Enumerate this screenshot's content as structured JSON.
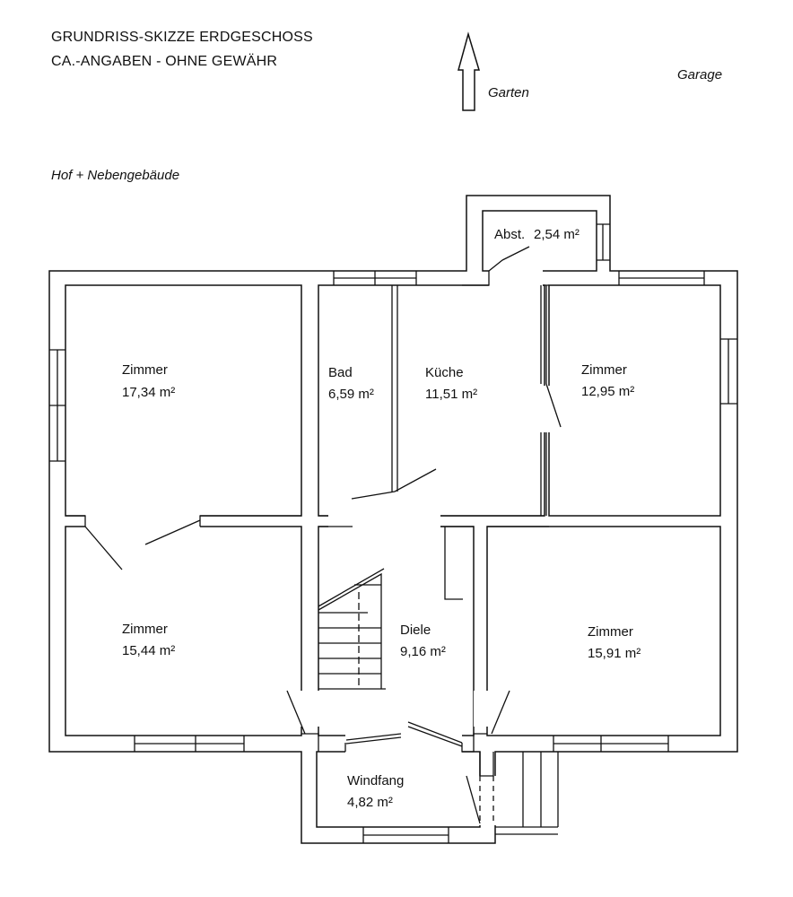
{
  "header": {
    "title_line1": "GRUNDRISS-SKIZZE ERDGESCHOSS",
    "title_line2": "CA.-ANGABEN - OHNE GEWÄHR"
  },
  "orientation": {
    "arrow_icon": "arrow-up-icon",
    "garden_label": "Garten"
  },
  "surroundings": {
    "garage": "Garage",
    "yard": "Hof + Nebengebäude"
  },
  "rooms": [
    {
      "name": "Zimmer",
      "area": "17,34 m²"
    },
    {
      "name": "Bad",
      "area": "6,59 m²"
    },
    {
      "name": "Küche",
      "area": "11,51 m²"
    },
    {
      "name": "Zimmer",
      "area": "12,95 m²"
    },
    {
      "name": "Abst.",
      "area": "2,54 m²"
    },
    {
      "name": "Zimmer",
      "area": "15,44 m²"
    },
    {
      "name": "Diele",
      "area": "9,16 m²"
    },
    {
      "name": "Zimmer",
      "area": "15,91 m²"
    },
    {
      "name": "Windfang",
      "area": "4,82 m²"
    }
  ],
  "colors": {
    "line": "#111111",
    "background": "#ffffff"
  }
}
